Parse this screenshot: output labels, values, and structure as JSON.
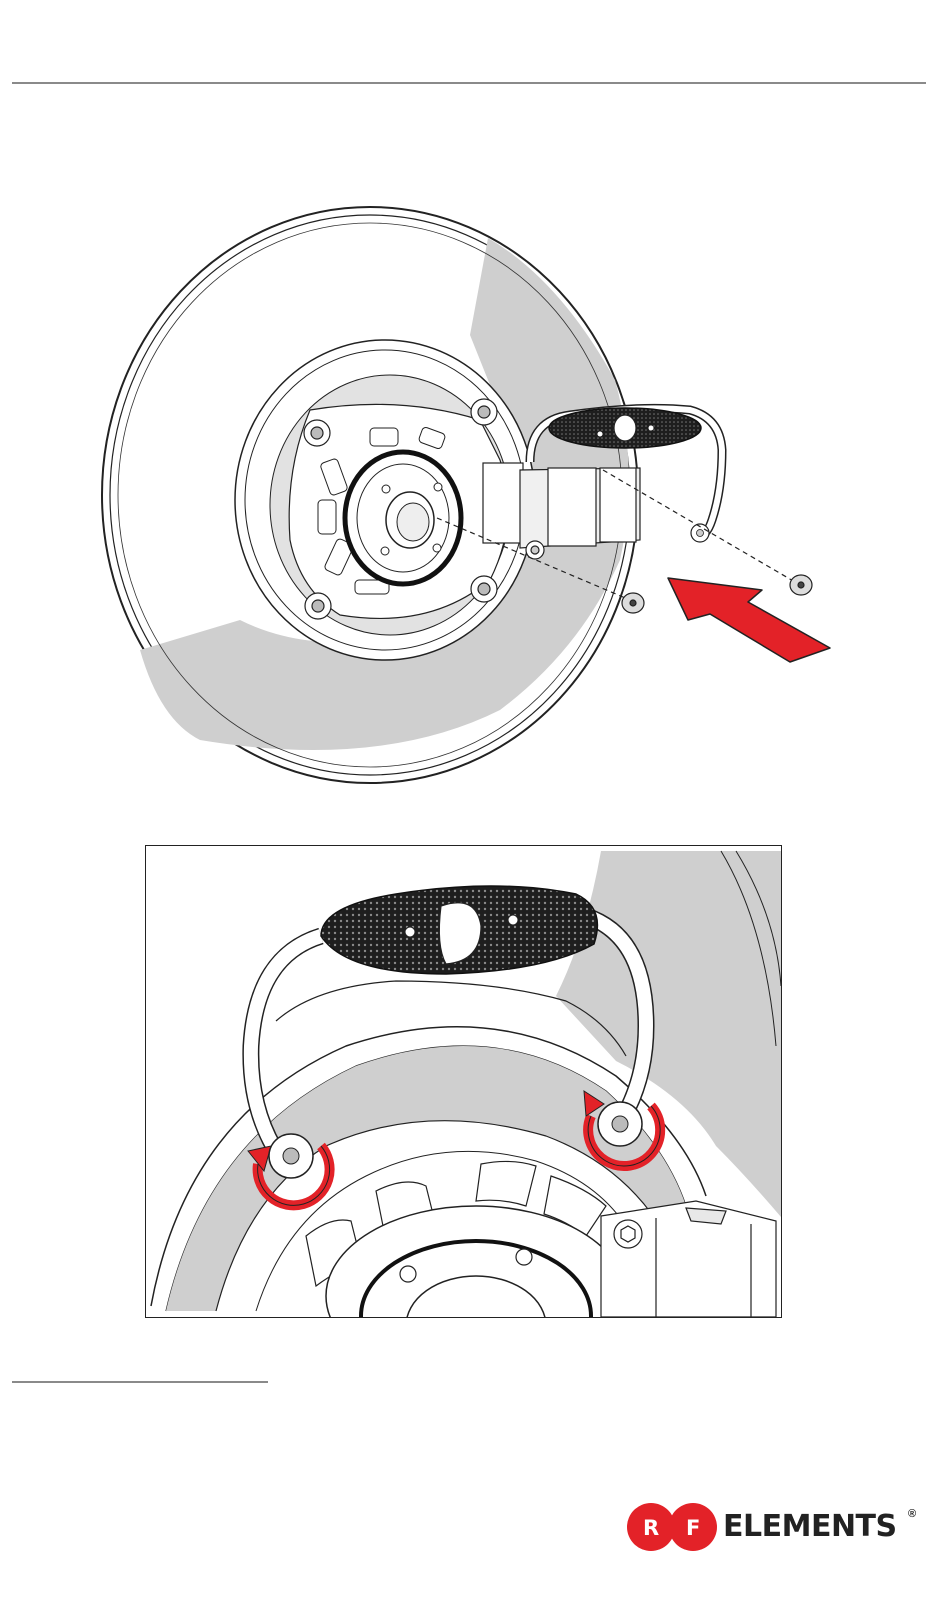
{
  "brand": {
    "logo_letter_left": "R",
    "logo_letter_right": "F",
    "wordmark": "ELEMENTS",
    "registered_mark": "®",
    "colors": {
      "red": "#e32228",
      "dark": "#222222"
    }
  },
  "illustration": {
    "main_view": {
      "arrow_color": "#e32228",
      "shade_color": "#cfcfcf"
    },
    "detail_view": {
      "highlight_color": "#e32228",
      "knurl_color": "#2a2a2a"
    }
  }
}
